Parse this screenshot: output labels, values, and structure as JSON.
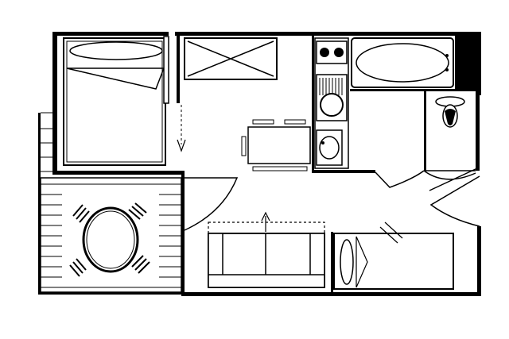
{
  "floorplan": {
    "colors": {
      "background": "#ffffff",
      "wall": "#000000",
      "line": "#000000",
      "fixture_fill": "#ffffff"
    },
    "rooms": [
      "bedroom-alcove",
      "balcony",
      "living-area",
      "kitchenette",
      "bathroom",
      "wc",
      "entrance"
    ],
    "furniture": [
      "double-bed",
      "wardrobe",
      "dining-table",
      "dining-chair",
      "sofa-bed",
      "single-bed",
      "balcony-table",
      "balcony-chair"
    ],
    "fixtures": [
      "bathtub",
      "kitchen-sink",
      "cooktop",
      "washbasin",
      "toilet"
    ],
    "doors": [
      "bedroom-sliding-door",
      "balcony-door",
      "wc-door",
      "entrance-door",
      "bathroom-door"
    ]
  }
}
